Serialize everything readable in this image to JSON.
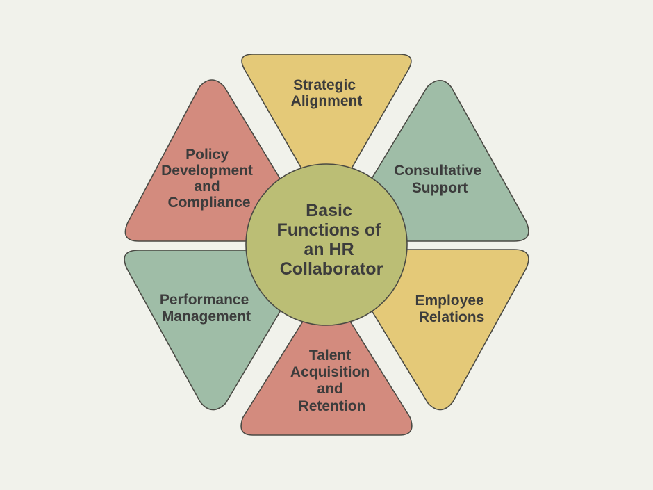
{
  "center": {
    "lines": [
      "Basic",
      "Functions of",
      "an HR",
      "Collaborator"
    ],
    "color": "#bbbe75"
  },
  "segments": [
    {
      "id": "strategic-alignment",
      "lines": [
        "Strategic",
        "Alignment"
      ],
      "color": "#e4c978"
    },
    {
      "id": "consultative-support",
      "lines": [
        "Consultative",
        "Support"
      ],
      "color": "#9fbda7"
    },
    {
      "id": "employee-relations",
      "lines": [
        "Employee",
        "Relations"
      ],
      "color": "#e4c978"
    },
    {
      "id": "talent-acquisition-and-retention",
      "lines": [
        "Talent",
        "Acquisition",
        "and",
        "Retention"
      ],
      "color": "#d38b7e"
    },
    {
      "id": "performance-management",
      "lines": [
        "Performance",
        "Management"
      ],
      "color": "#9fbda7"
    },
    {
      "id": "policy-development-and-compliance",
      "lines": [
        "Policy",
        "Development",
        "and",
        "Compliance"
      ],
      "color": "#d38b7e"
    }
  ],
  "colors": {
    "background": "#f1f2eb",
    "text": "#3c3c3c",
    "outline": "#4a4a44"
  }
}
